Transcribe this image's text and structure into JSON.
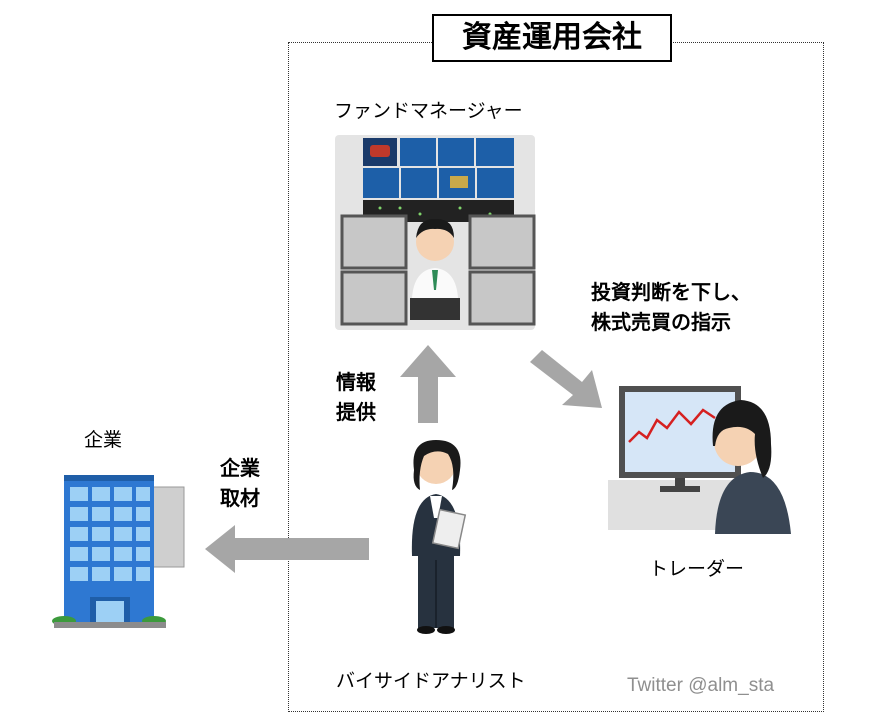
{
  "title": "資産運用会社",
  "roles": {
    "fund_manager": "ファンドマネージャー",
    "trader": "トレーダー",
    "analyst": "バイサイドアナリスト",
    "company": "企業"
  },
  "arrow_labels": {
    "instruction_line1": "投資判断を下し、",
    "instruction_line2": "株式売買の指示",
    "info_line1": "情報",
    "info_line2": "提供",
    "interview_line1": "企業",
    "interview_line2": "取材"
  },
  "credit": "Twitter  @alm_sta",
  "colors": {
    "arrow": "#a6a6a6",
    "box_border": "#333333",
    "credit": "#8f8f8f"
  }
}
